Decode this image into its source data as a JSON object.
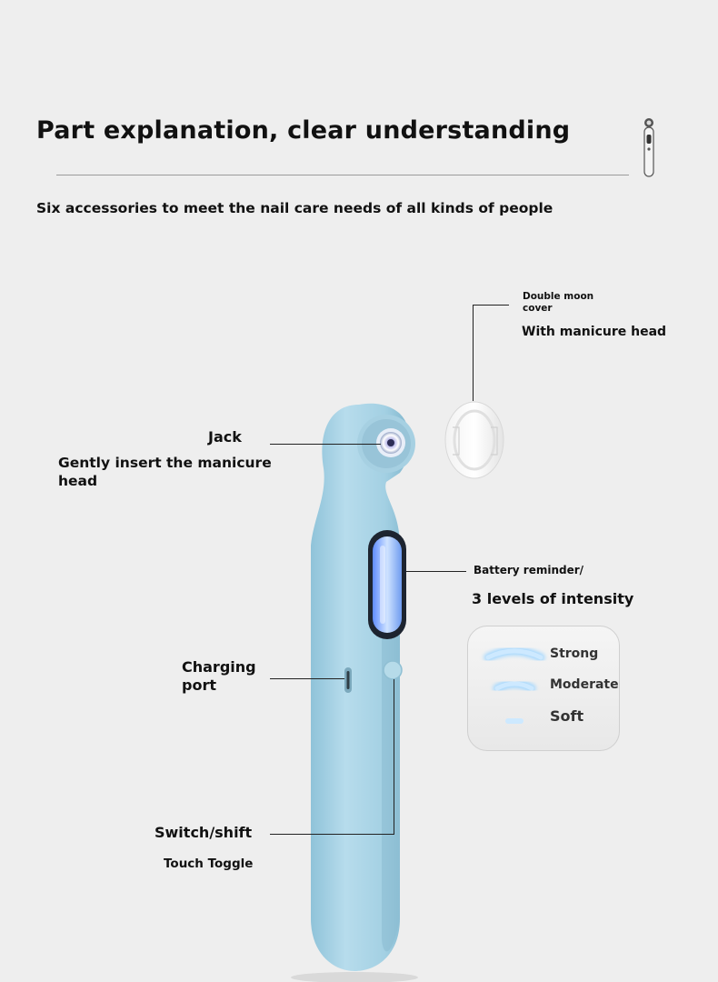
{
  "header": {
    "title": "Part explanation, clear understanding",
    "subtitle": "Six accessories to meet the nail care needs of all kinds of people"
  },
  "callouts": {
    "cover_title": "Double moon cover",
    "cover_desc": "With manicure head",
    "jack_title": "Jack",
    "jack_desc": "Gently insert the manicure head",
    "battery_title": "Battery reminder/",
    "battery_desc": "3 levels of intensity",
    "charging_title": "Charging port",
    "switch_title": "Switch/shift",
    "switch_desc": "Touch Toggle"
  },
  "intensity_levels": [
    {
      "label": "Strong"
    },
    {
      "label": "Moderate"
    },
    {
      "label": "Soft"
    }
  ],
  "colors": {
    "background": "#eeeeee",
    "device_body": "#a9d4e6",
    "screen_glow": "#7fb2ff",
    "indicator_glow": "#9fd6ff"
  },
  "icons": [
    "device-thumbnail-icon",
    "manicure-device-illustration",
    "double-moon-cover-illustration"
  ]
}
